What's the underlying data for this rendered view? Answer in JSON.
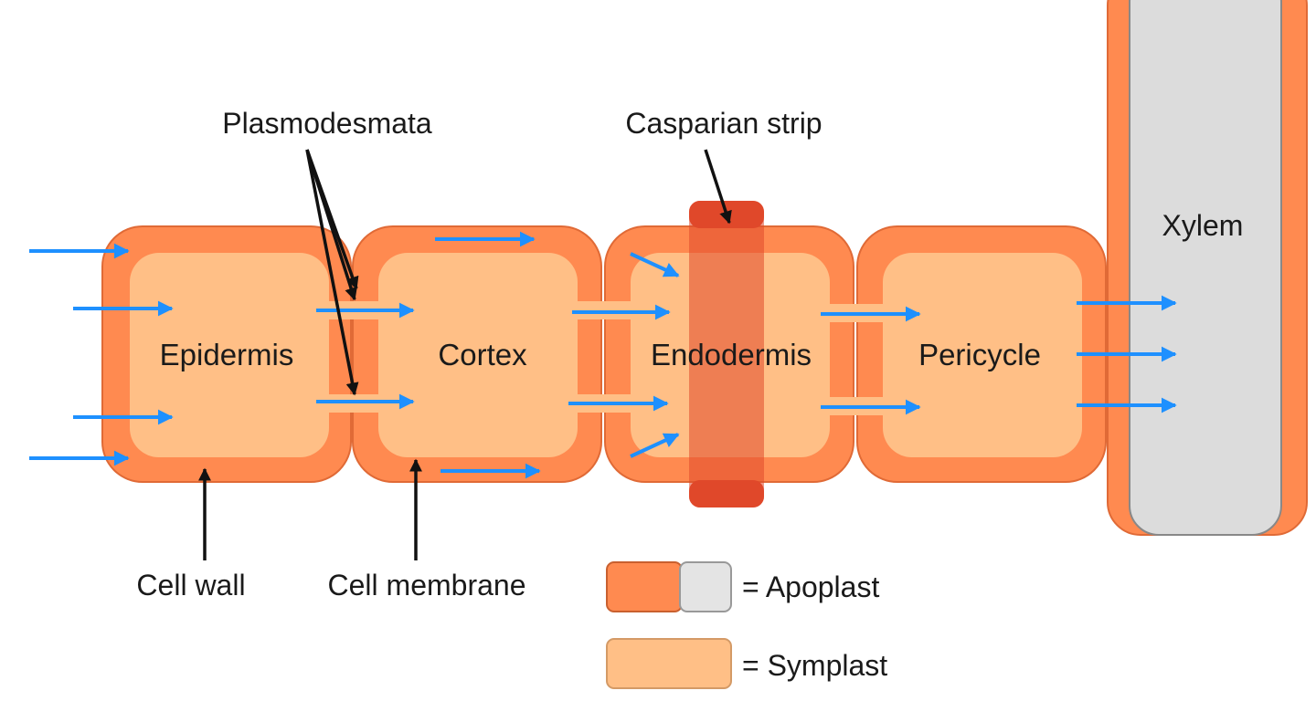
{
  "labels": {
    "plasmodesmata": "Plasmodesmata",
    "casparian_strip": "Casparian strip",
    "xylem": "Xylem",
    "cell_wall": "Cell wall",
    "cell_membrane": "Cell membrane"
  },
  "cells": [
    {
      "name": "Epidermis"
    },
    {
      "name": "Cortex"
    },
    {
      "name": "Endodermis"
    },
    {
      "name": "Pericycle"
    }
  ],
  "legend": [
    {
      "label": "= Apoplast"
    },
    {
      "label": "= Symplast"
    }
  ],
  "colors": {
    "cell_wall": "#ff8a50",
    "wall_stroke": "#e06a36",
    "symplast": "#ffbf86",
    "xylem_lumen": "#dcdcdc",
    "casparian_strip": "#e0482a",
    "flow_arrow": "#1e90ff",
    "pointer": "#111111"
  }
}
